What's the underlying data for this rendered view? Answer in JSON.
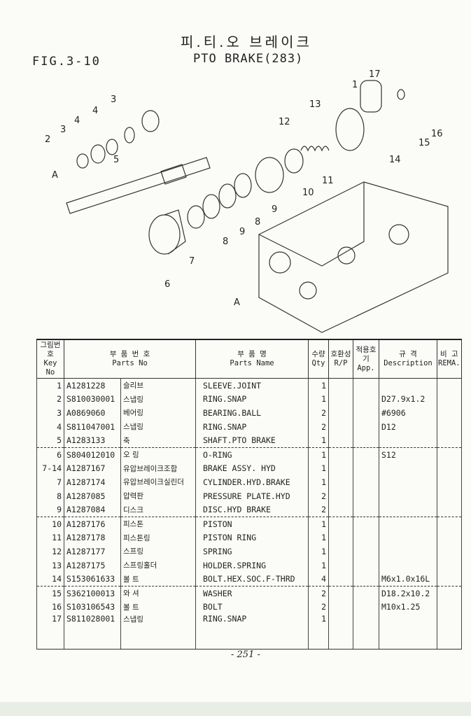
{
  "header": {
    "title_ko": "피.티.오 브레이크",
    "fig": "FIG.3-10",
    "title_en": "PTO BRAKE(283)"
  },
  "diagram": {
    "callouts": [
      "17",
      "1",
      "13",
      "12",
      "16",
      "15",
      "14",
      "11",
      "10",
      "9",
      "8",
      "9",
      "8",
      "7",
      "6",
      "3",
      "4",
      "3",
      "4",
      "2",
      "5",
      "A",
      "A"
    ]
  },
  "table": {
    "headers": [
      [
        "그림번호",
        "Key No"
      ],
      [
        "부 품 번 호",
        "Parts No"
      ],
      [
        "",
        ""
      ],
      [
        "부 품 명",
        "Parts Name"
      ],
      [
        "수량",
        "Qty"
      ],
      [
        "호환성",
        "R/P"
      ],
      [
        "적용호기",
        "App."
      ],
      [
        "규 격",
        "Description"
      ],
      [
        "비 고",
        "REMA."
      ]
    ],
    "rows": [
      {
        "key": "1",
        "part": "A1281228",
        "ko": "슬리브",
        "name": "SLEEVE.JOINT",
        "qty": "1",
        "desc": ""
      },
      {
        "key": "2",
        "part": "S810030001",
        "ko": "스냅링",
        "name": "RING.SNAP",
        "qty": "1",
        "desc": "D27.9x1.2"
      },
      {
        "key": "3",
        "part": "A0869060",
        "ko": "베어링",
        "name": "BEARING.BALL",
        "qty": "2",
        "desc": "#6906"
      },
      {
        "key": "4",
        "part": "S811047001",
        "ko": "스냅링",
        "name": "RING.SNAP",
        "qty": "2",
        "desc": "D12"
      },
      {
        "key": "5",
        "part": "A1283133",
        "ko": "축",
        "name": "SHAFT.PTO BRAKE",
        "qty": "1",
        "desc": ""
      },
      {
        "key": "6",
        "part": "S804012010",
        "ko": "오 링",
        "name": "O-RING",
        "qty": "1",
        "desc": "S12"
      },
      {
        "key": "7-14",
        "part": "A1287167",
        "ko": "유압브레이크조합",
        "name": "BRAKE ASSY. HYD",
        "qty": "1",
        "desc": ""
      },
      {
        "key": "7",
        "part": "A1287174",
        "ko": "유압브레이크실린더",
        "name": "CYLINDER.HYD.BRAKE",
        "qty": "1",
        "desc": ""
      },
      {
        "key": "8",
        "part": "A1287085",
        "ko": "압력판",
        "name": "PRESSURE PLATE.HYD",
        "qty": "2",
        "desc": ""
      },
      {
        "key": "9",
        "part": "A1287084",
        "ko": "디스크",
        "name": "DISC.HYD BRAKE",
        "qty": "2",
        "desc": ""
      },
      {
        "key": "10",
        "part": "A1287176",
        "ko": "피스톤",
        "name": "PISTON",
        "qty": "1",
        "desc": ""
      },
      {
        "key": "11",
        "part": "A1287178",
        "ko": "피스톤링",
        "name": "PISTON RING",
        "qty": "1",
        "desc": ""
      },
      {
        "key": "12",
        "part": "A1287177",
        "ko": "스프링",
        "name": "SPRING",
        "qty": "1",
        "desc": ""
      },
      {
        "key": "13",
        "part": "A1287175",
        "ko": "스프링홀더",
        "name": "HOLDER.SPRING",
        "qty": "1",
        "desc": ""
      },
      {
        "key": "14",
        "part": "S153061633",
        "ko": "볼 트",
        "name": "BOLT.HEX.SOC.F-THRD",
        "qty": "4",
        "desc": "M6x1.0x16L"
      },
      {
        "key": "15",
        "part": "S362100013",
        "ko": "와 셔",
        "name": "WASHER",
        "qty": "2",
        "desc": "D18.2x10.2"
      },
      {
        "key": "16",
        "part": "S103106543",
        "ko": "볼 트",
        "name": "BOLT",
        "qty": "2",
        "desc": "M10x1.25"
      },
      {
        "key": "17",
        "part": "S811028001",
        "ko": "스냅링",
        "name": "RING.SNAP",
        "qty": "1",
        "desc": ""
      }
    ]
  },
  "footer": {
    "page": "- 251 -"
  }
}
